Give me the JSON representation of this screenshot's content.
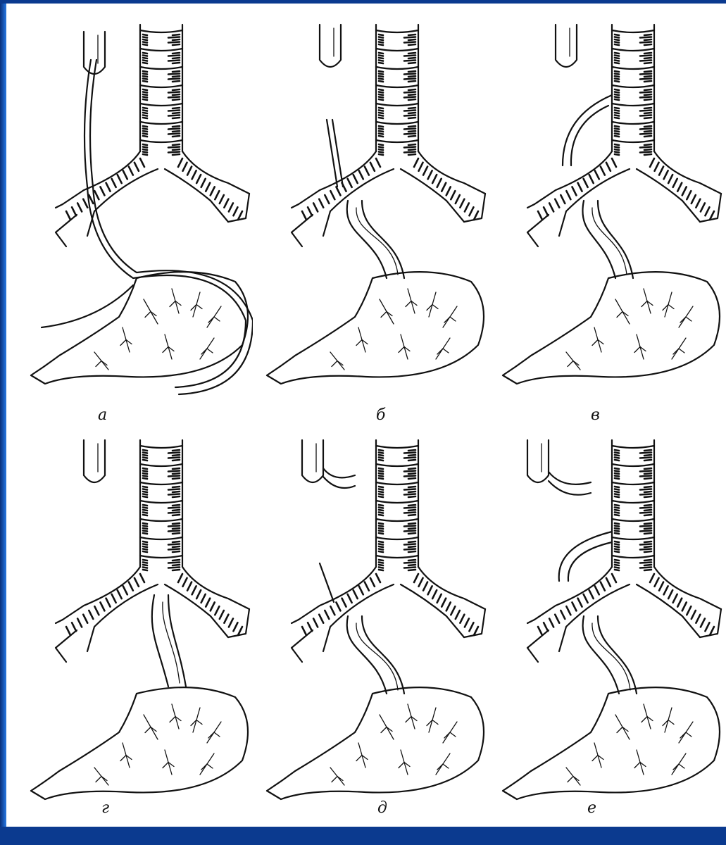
{
  "panels": [
    {
      "label": "а",
      "variant": "a"
    },
    {
      "label": "б",
      "variant": "b"
    },
    {
      "label": "в",
      "variant": "c"
    },
    {
      "label": "г",
      "variant": "d"
    },
    {
      "label": "д",
      "variant": "e"
    },
    {
      "label": "е",
      "variant": "f"
    }
  ],
  "colors": {
    "background": "#0b3a8f",
    "paper": "#ffffff",
    "ink": "#111111"
  }
}
